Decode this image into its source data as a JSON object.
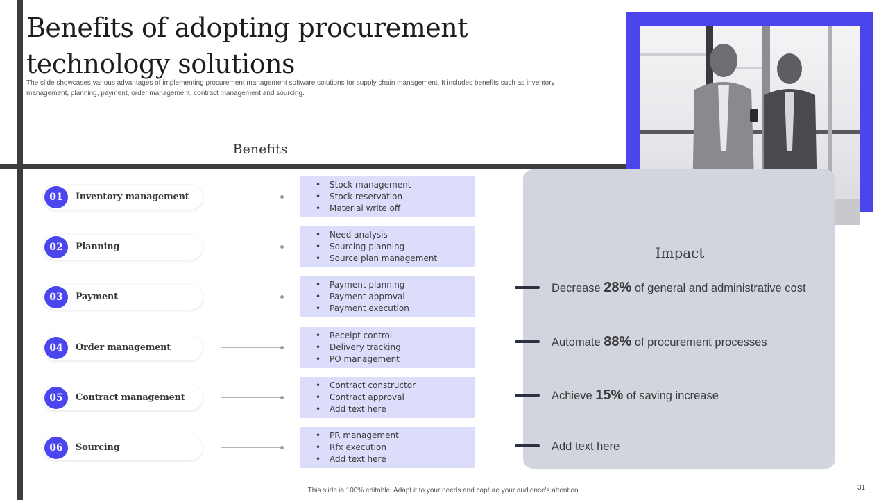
{
  "slide": {
    "title": "Benefits of adopting procurement technology solutions",
    "subtitle": "The slide showcases various advantages of implementing procurement management software solutions for supply chain management. It includes benefits such as inventory management, planning, payment, order management, contract management and sourcing.",
    "footer": "This slide is 100% editable. Adapt it to your needs and capture your audience's attention.",
    "page_number": "31"
  },
  "colors": {
    "accent": "#4b45ee",
    "box_fill": "#dcdcfb",
    "impact_panel": "#d3d5de",
    "dark_bar": "#3d3d40"
  },
  "benefits": {
    "heading": "Benefits",
    "items": [
      {
        "number": "01",
        "label": "Inventory management",
        "details": [
          "Stock management",
          "Stock reservation",
          "Material write off"
        ]
      },
      {
        "number": "02",
        "label": "Planning",
        "details": [
          "Need analysis",
          "Sourcing planning",
          "Source plan management"
        ]
      },
      {
        "number": "03",
        "label": "Payment",
        "details": [
          "Payment planning",
          "Payment approval",
          "Payment execution"
        ]
      },
      {
        "number": "04",
        "label": "Order management",
        "details": [
          "Receipt control",
          "Delivery tracking",
          "PO management"
        ]
      },
      {
        "number": "05",
        "label": "Contract management",
        "details": [
          "Contract constructor",
          "Contract approval",
          "Add text here"
        ]
      },
      {
        "number": "06",
        "label": "Sourcing",
        "details": [
          "PR management",
          "Rfx execution",
          "Add text here"
        ]
      }
    ]
  },
  "impact": {
    "heading": "Impact",
    "items": [
      {
        "pre": "Decrease ",
        "value": "28%",
        "post": " of general and administrative cost"
      },
      {
        "pre": "Automate ",
        "value": "88%",
        "post": " of procurement processes"
      },
      {
        "pre": "Achieve ",
        "value": "15%",
        "post": " of saving increase"
      },
      {
        "pre": "Add text here",
        "value": "",
        "post": ""
      }
    ]
  },
  "photo": {
    "icon": "business-people-photo"
  }
}
